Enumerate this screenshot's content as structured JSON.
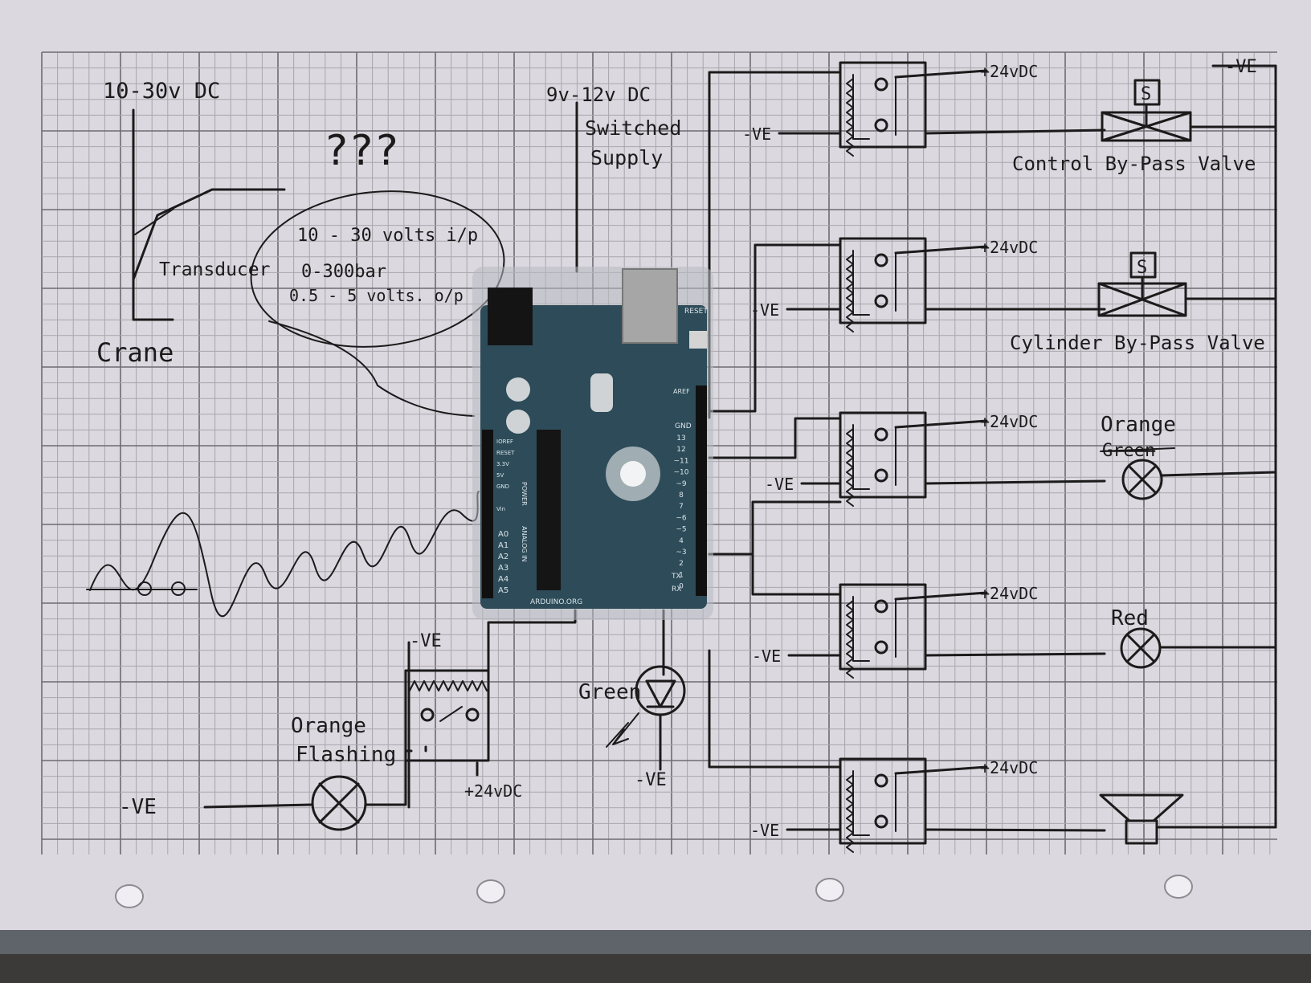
{
  "colors": {
    "paper": "#dcd8df",
    "grid_minor": "#a9a6ad",
    "grid_major": "#6e6b72",
    "ink": "#1b1b1b",
    "board": "#2d4b58",
    "table": "#3c3a38"
  },
  "labels": {
    "crane_supply": "10-30v DC",
    "question": "???",
    "transducer": "Transducer",
    "spec_input": "10 - 30 volts i/p",
    "spec_range": "0-300bar",
    "spec_output": "0.5 - 5 volts. o/p",
    "crane": "Crane",
    "arduino_supply": "9v-12v DC",
    "switched_1": "Switched",
    "switched_2": "Supply",
    "neg_ve_lower": "-VE",
    "orange_1": "Orange",
    "flashing": "Flashing",
    "neg_ve_left": "-VE",
    "pos_24_lower": "+24vDC",
    "green": "Green",
    "neg_ve_green": "-VE",
    "neg_ve_top_right": "-VE",
    "control_valve": "Control By-Pass Valve",
    "cylinder_valve": "Cylinder By-Pass Valve",
    "orange_2": "Orange",
    "green_struck": "Green",
    "red": "Red",
    "solenoid_s1": "S",
    "solenoid_s2": "S"
  },
  "relays": [
    {
      "pos": "+24vDC",
      "neg": "-VE"
    },
    {
      "pos": "+24vDC",
      "neg": "-VE"
    },
    {
      "pos": "+24vDC",
      "neg": "-VE"
    },
    {
      "pos": "+24vDC",
      "neg": "-VE"
    },
    {
      "pos": "+24vDC",
      "neg": "-VE"
    }
  ],
  "board": {
    "reset": "RESET",
    "arduino": "ARDUINO.ORG",
    "gnd": "GND",
    "aref": "AREF",
    "tx": "TX",
    "rx": "RX",
    "power": "POWER",
    "analog_in": "ANALOG IN",
    "ioref": "IOREF",
    "reset_pin": "RESET",
    "v33": "3.3V",
    "v5": "5V",
    "gnd_pin": "GND",
    "vin": "Vin",
    "analog_pins": [
      "A0",
      "A1",
      "A2",
      "A3",
      "A4",
      "A5"
    ],
    "digital_pins": [
      "13",
      "12",
      "~11",
      "~10",
      "~9",
      "8",
      "7",
      "~6",
      "~5",
      "4",
      "~3",
      "2",
      "1",
      "0"
    ]
  }
}
